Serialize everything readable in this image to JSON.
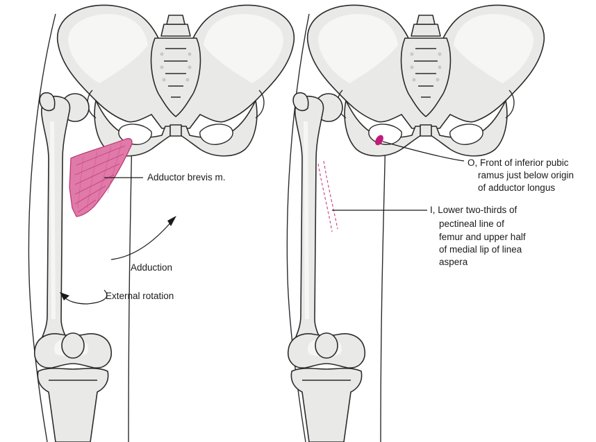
{
  "left_panel": {
    "muscle_label": "Adductor brevis m.",
    "adduction_label": "Adduction",
    "rotation_label": "External rotation"
  },
  "right_panel": {
    "origin_label": {
      "line1": "O, Front of inferior pubic",
      "line2": "ramus just below origin",
      "line3": "of adductor longus"
    },
    "insertion_label": {
      "line1": "I, Lower two-thirds of",
      "line2": "pectineal line of",
      "line3": "femur and upper half",
      "line4": "of medial lip of linea",
      "line5": "aspera"
    }
  },
  "colors": {
    "muscle": "#e07aa8",
    "muscle_fiber": "#c4407f",
    "origin_mark": "#c21a78",
    "bone": "#e9e9e7",
    "ink": "#2b2b2b"
  }
}
